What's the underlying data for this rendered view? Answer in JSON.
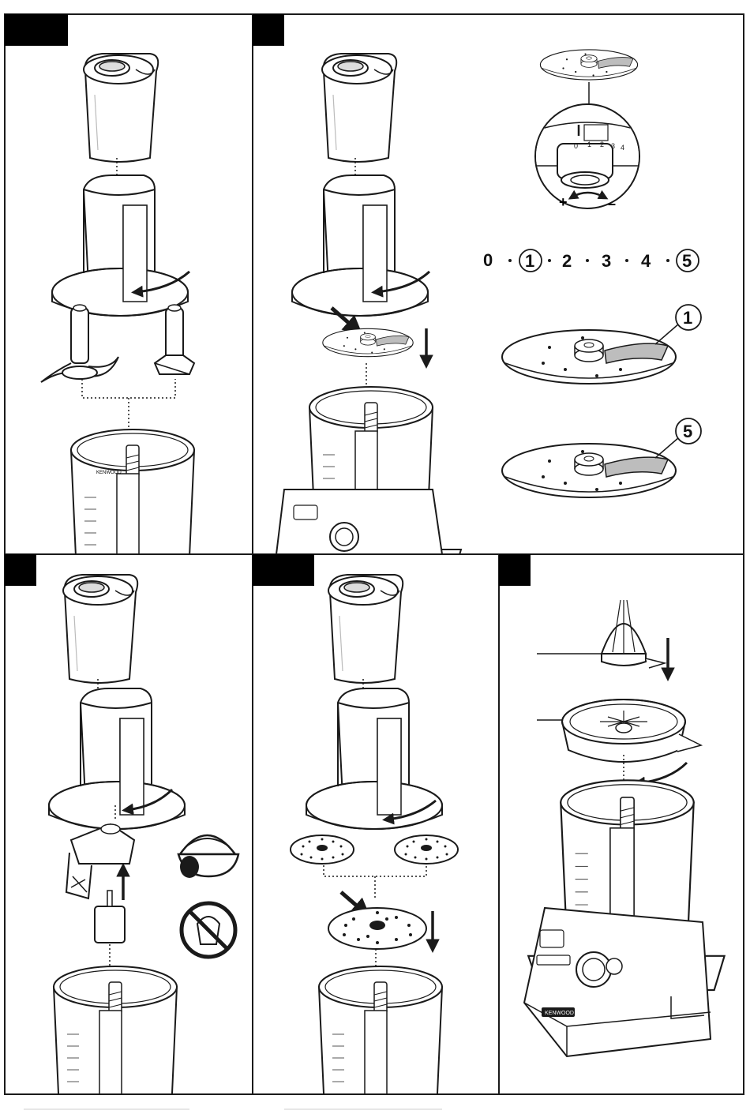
{
  "ui": {
    "colors": {
      "ink": "#1a1a1a",
      "tab": "#000000",
      "fill": "#ffffff",
      "shade": "#bdbdbd"
    },
    "icons": [
      "arrow-down-icon",
      "arrow-up-icon",
      "rotate-arrow-icon",
      "whipped-cream-icon",
      "no-cake-icon"
    ]
  },
  "brand": {
    "logo_text": "KENWOOD"
  },
  "panel2": {
    "dial_marks": [
      "0",
      "1",
      "2",
      "3",
      "4"
    ],
    "plus": "+",
    "minus": "–",
    "scale": [
      "0",
      "1",
      "2",
      "3",
      "4",
      "5"
    ],
    "callout_small": "1",
    "callout_large": "5"
  }
}
